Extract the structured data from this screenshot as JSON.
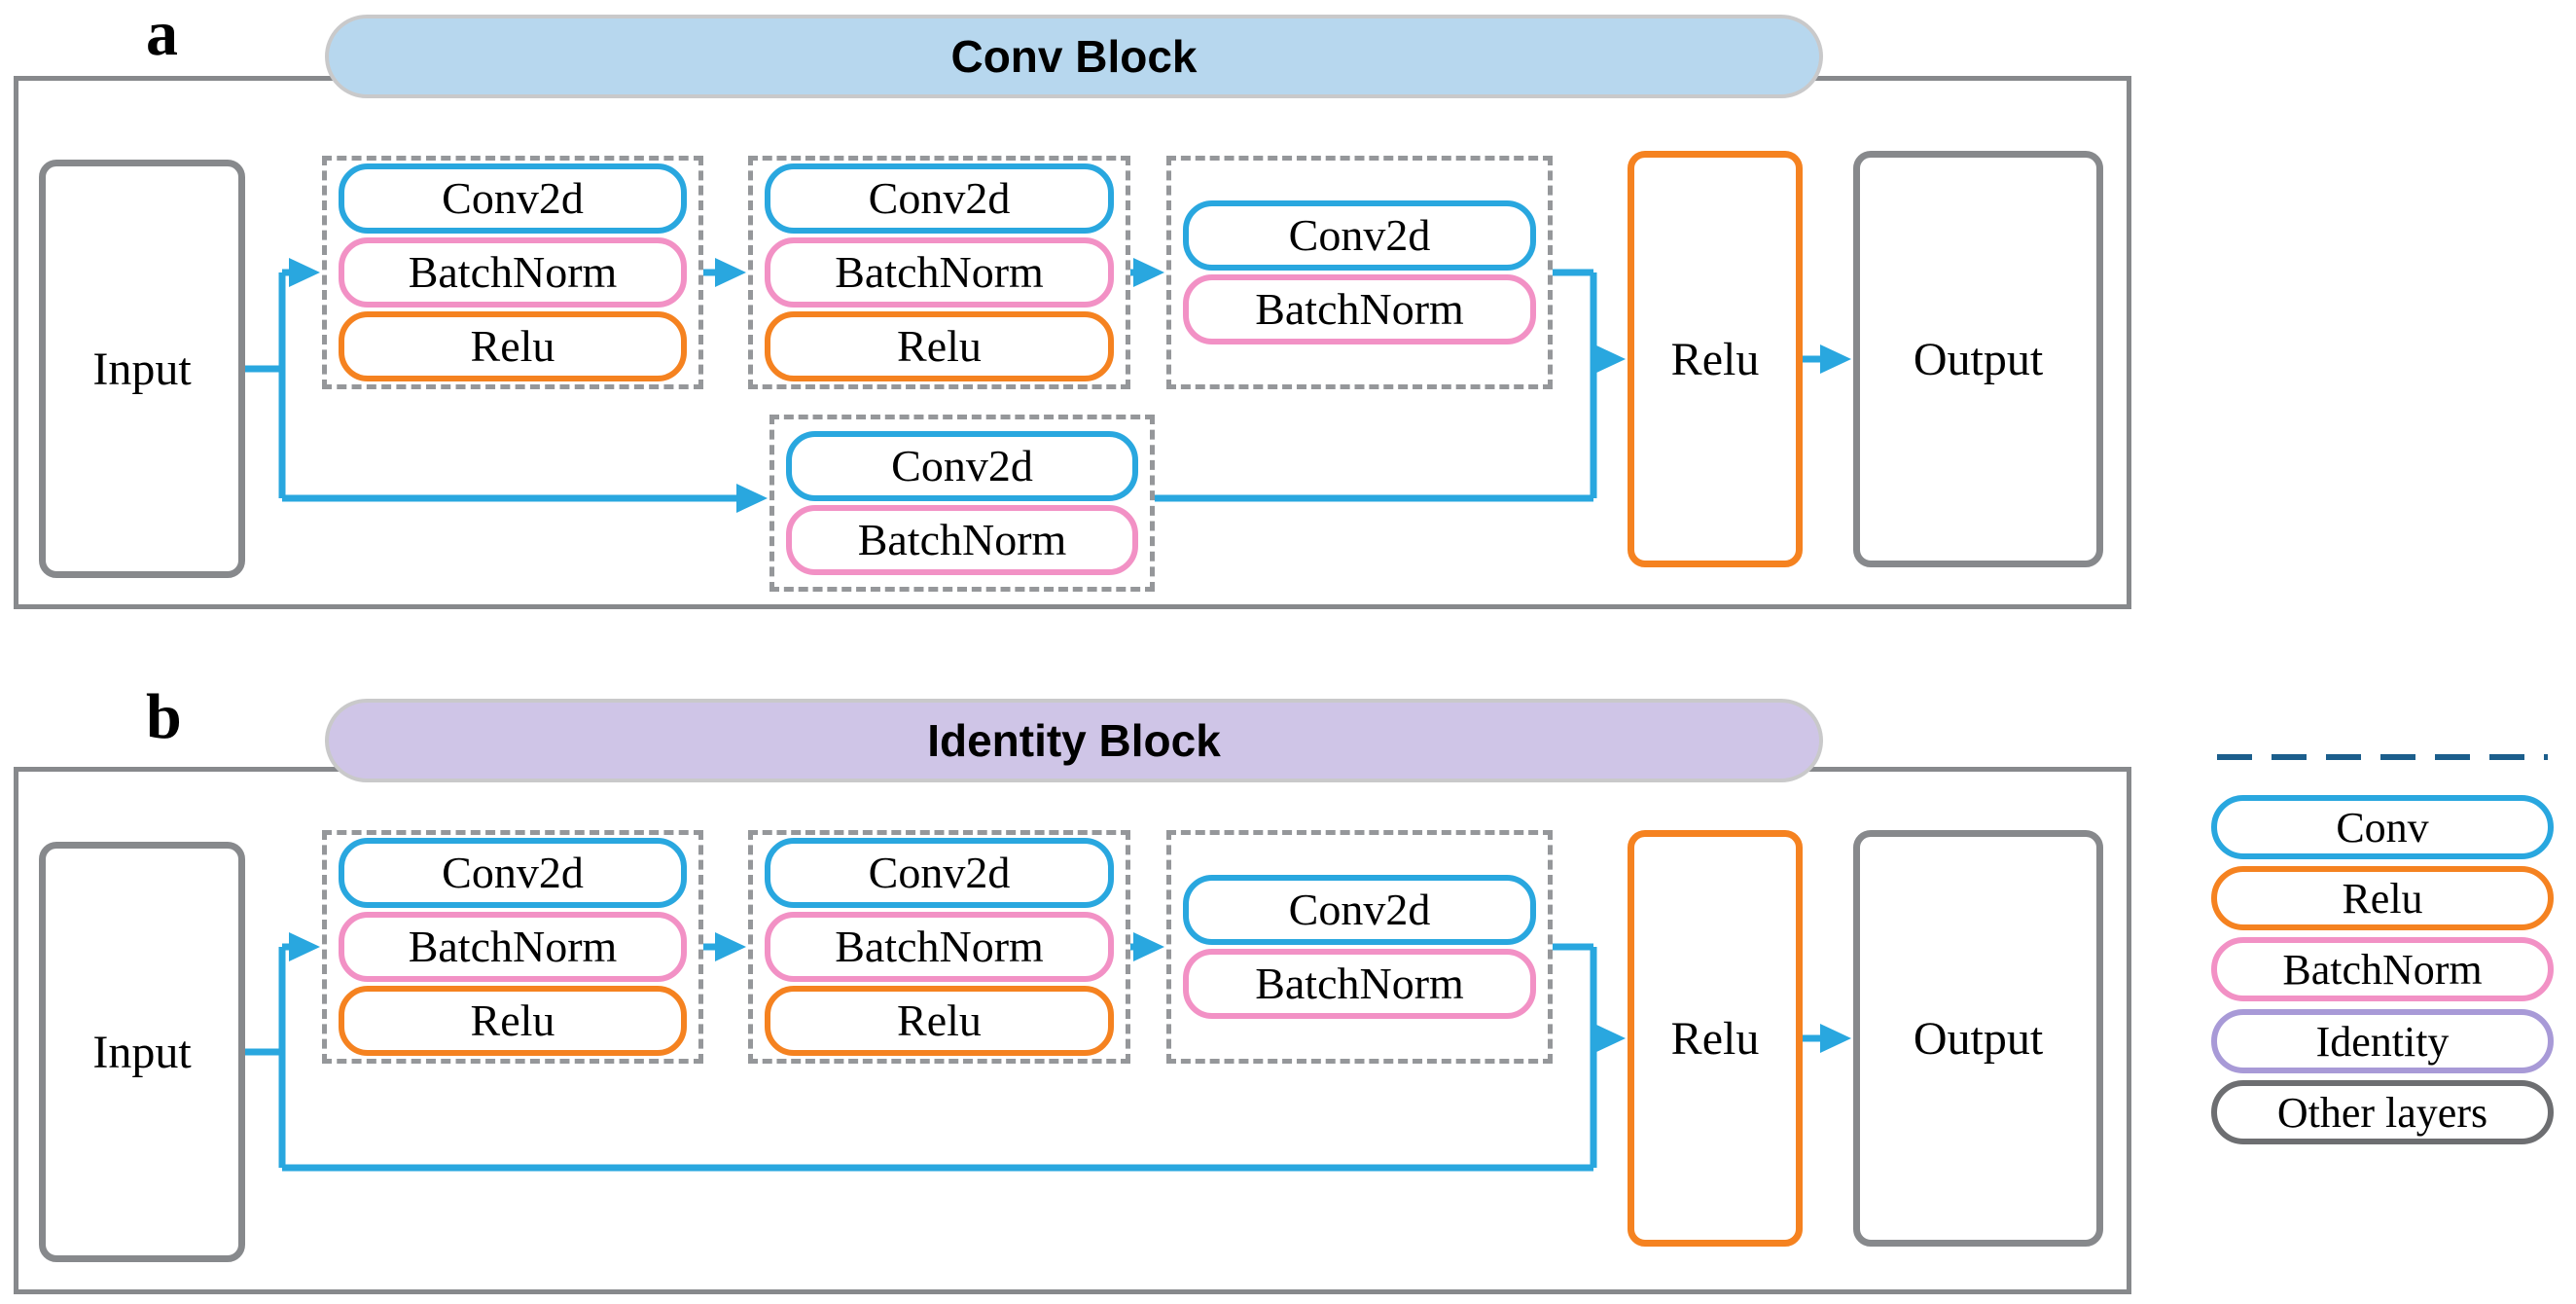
{
  "figure": {
    "panels": [
      {
        "label": "a",
        "title": "Conv Block",
        "header_fill": "#b7d7ee",
        "input_label": "Input",
        "relu_label": "Relu",
        "output_label": "Output",
        "groups": [
          {
            "layers": [
              "Conv2d",
              "BatchNorm",
              "Relu"
            ]
          },
          {
            "layers": [
              "Conv2d",
              "BatchNorm",
              "Relu"
            ]
          },
          {
            "layers": [
              "Conv2d",
              "BatchNorm"
            ]
          },
          {
            "layers": [
              "Conv2d",
              "BatchNorm"
            ]
          }
        ]
      },
      {
        "label": "b",
        "title": "Identity Block",
        "header_fill": "#cfc5e7",
        "input_label": "Input",
        "relu_label": "Relu",
        "output_label": "Output",
        "groups": [
          {
            "layers": [
              "Conv2d",
              "BatchNorm",
              "Relu"
            ]
          },
          {
            "layers": [
              "Conv2d",
              "BatchNorm",
              "Relu"
            ]
          },
          {
            "layers": [
              "Conv2d",
              "BatchNorm"
            ]
          }
        ]
      }
    ],
    "legend": {
      "items": [
        {
          "label": "Conv",
          "color": "#29a7df"
        },
        {
          "label": "Relu",
          "color": "#f58220"
        },
        {
          "label": "BatchNorm",
          "color": "#f291c5"
        },
        {
          "label": "Identity",
          "color": "#a89ad7"
        },
        {
          "label": "Other layers",
          "color": "#6d6e71"
        }
      ]
    },
    "colors": {
      "conv-blue": "#29a7df",
      "relu-orange": "#f58220",
      "batchnorm-pink": "#f291c5",
      "identity-purple": "#a89ad7",
      "other-gray": "#6d6e71",
      "panel-gray": "#87898c",
      "dashed-gray": "#95979a",
      "header-border": "#c9c9ca",
      "arrow-blue": "#29a7df",
      "legend-dash-blue": "#1b5e8c"
    }
  }
}
